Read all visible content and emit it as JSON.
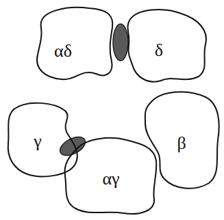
{
  "diagram": {
    "nodes": [
      {
        "text": [
          "αδ"
        ]
      },
      {
        "text": [
          "δ"
        ]
      },
      {
        "text": [
          "γ"
        ]
      },
      {
        "text": [
          "β"
        ]
      },
      {
        "text": [
          "αγ"
        ]
      }
    ]
  }
}
